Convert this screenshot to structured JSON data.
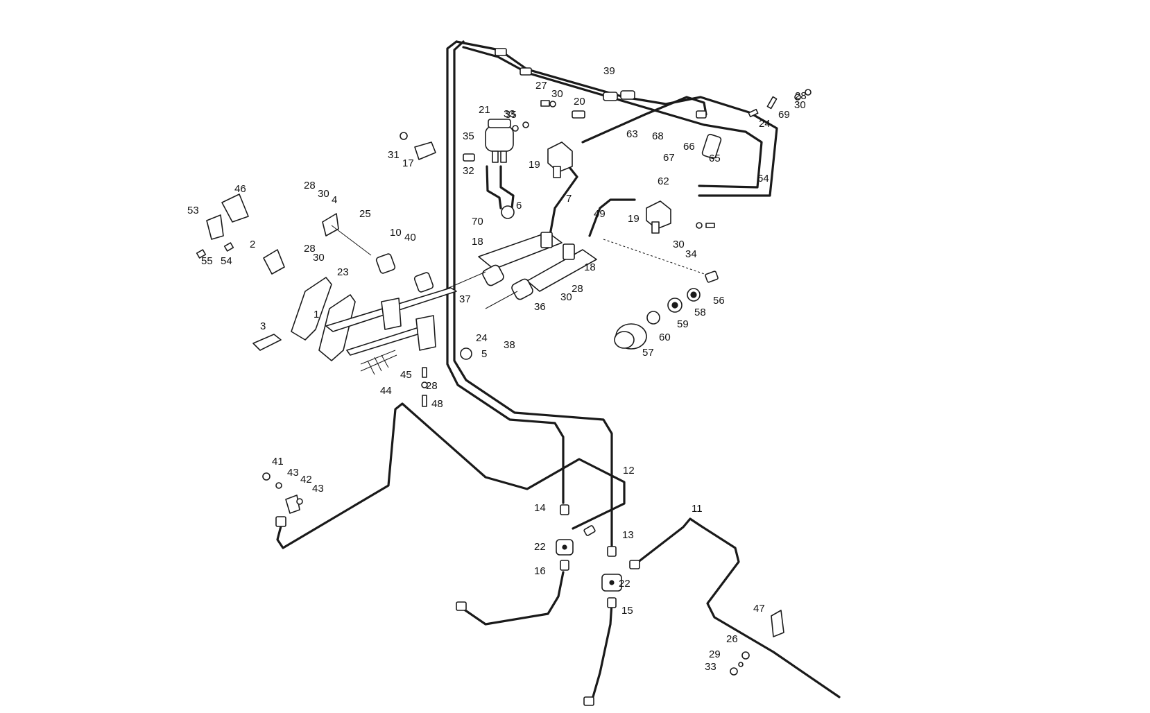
{
  "callouts": [
    {
      "text": "1"
    },
    {
      "text": "2"
    },
    {
      "text": "3"
    },
    {
      "text": "4"
    },
    {
      "text": "5"
    },
    {
      "text": "6"
    },
    {
      "text": "7"
    },
    {
      "text": "10"
    },
    {
      "text": "11"
    },
    {
      "text": "12"
    },
    {
      "text": "13"
    },
    {
      "text": "14"
    },
    {
      "text": "15"
    },
    {
      "text": "16"
    },
    {
      "text": "17"
    },
    {
      "text": "18"
    },
    {
      "text": "18"
    },
    {
      "text": "19"
    },
    {
      "text": "19"
    },
    {
      "text": "20"
    },
    {
      "text": "21"
    },
    {
      "text": "22"
    },
    {
      "text": "22"
    },
    {
      "text": "23"
    },
    {
      "text": "24"
    },
    {
      "text": "24"
    },
    {
      "text": "25"
    },
    {
      "text": "26"
    },
    {
      "text": "27"
    },
    {
      "text": "28"
    },
    {
      "text": "28"
    },
    {
      "text": "28"
    },
    {
      "text": "28"
    },
    {
      "text": "28"
    },
    {
      "text": "29"
    },
    {
      "text": "30"
    },
    {
      "text": "30"
    },
    {
      "text": "30"
    },
    {
      "text": "30"
    },
    {
      "text": "30"
    },
    {
      "text": "30"
    },
    {
      "text": "31"
    },
    {
      "text": "32"
    },
    {
      "text": "33"
    },
    {
      "text": "33"
    },
    {
      "text": "34"
    },
    {
      "text": "35"
    },
    {
      "text": "35"
    },
    {
      "text": "36"
    },
    {
      "text": "37"
    },
    {
      "text": "38"
    },
    {
      "text": "39"
    },
    {
      "text": "40"
    },
    {
      "text": "41"
    },
    {
      "text": "42"
    },
    {
      "text": "43"
    },
    {
      "text": "43"
    },
    {
      "text": "44"
    },
    {
      "text": "45"
    },
    {
      "text": "46"
    },
    {
      "text": "47"
    },
    {
      "text": "48"
    },
    {
      "text": "49"
    },
    {
      "text": "53"
    },
    {
      "text": "54"
    },
    {
      "text": "55"
    },
    {
      "text": "56"
    },
    {
      "text": "57"
    },
    {
      "text": "58"
    },
    {
      "text": "59"
    },
    {
      "text": "60"
    },
    {
      "text": "62"
    },
    {
      "text": "63"
    },
    {
      "text": "64"
    },
    {
      "text": "65"
    },
    {
      "text": "66"
    },
    {
      "text": "67"
    },
    {
      "text": "68"
    },
    {
      "text": "69"
    },
    {
      "text": "70"
    }
  ]
}
